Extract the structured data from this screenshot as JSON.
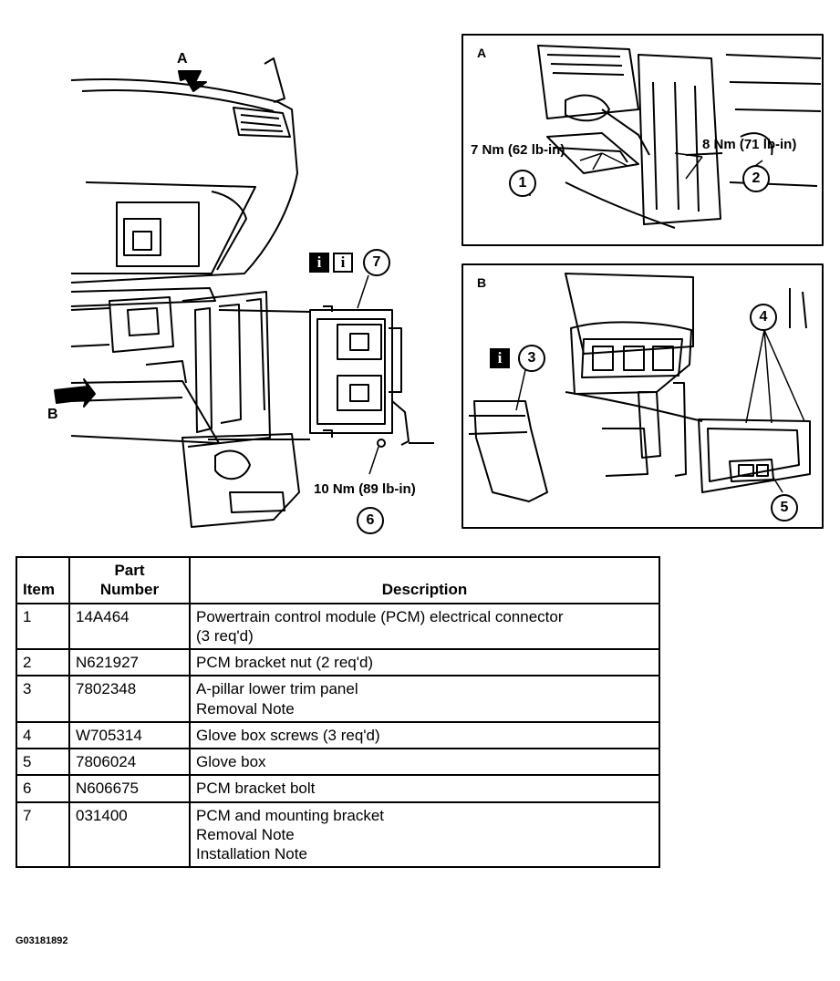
{
  "diagram": {
    "view_a_label": "A",
    "view_b_label": "B",
    "torque_1": "7 Nm (62 lb-in)",
    "torque_2": "8 Nm (71 lb-in)",
    "torque_6": "10 Nm (89 lb-in)",
    "callouts": [
      "1",
      "2",
      "3",
      "4",
      "5",
      "6",
      "7"
    ],
    "info_glyph": "i"
  },
  "table": {
    "headers": {
      "item": "Item",
      "part_number": "Part Number",
      "description": "Description"
    },
    "rows": [
      {
        "item": "1",
        "part": "14A464",
        "desc": [
          "Powertrain control module (PCM) electrical connector",
          "(3 req'd)"
        ]
      },
      {
        "item": "2",
        "part": "N621927",
        "desc": [
          "PCM bracket nut (2 req'd)"
        ]
      },
      {
        "item": "3",
        "part": "7802348",
        "desc": [
          "A-pillar lower trim panel",
          "Removal Note"
        ]
      },
      {
        "item": "4",
        "part": "W705314",
        "desc": [
          "Glove box screws (3 req'd)"
        ]
      },
      {
        "item": "5",
        "part": "7806024",
        "desc": [
          "Glove box"
        ]
      },
      {
        "item": "6",
        "part": "N606675",
        "desc": [
          "PCM bracket bolt"
        ]
      },
      {
        "item": "7",
        "part": "031400",
        "desc": [
          "PCM and mounting bracket",
          "Removal Note",
          "Installation Note"
        ]
      }
    ]
  },
  "figure_id": "G03181892"
}
